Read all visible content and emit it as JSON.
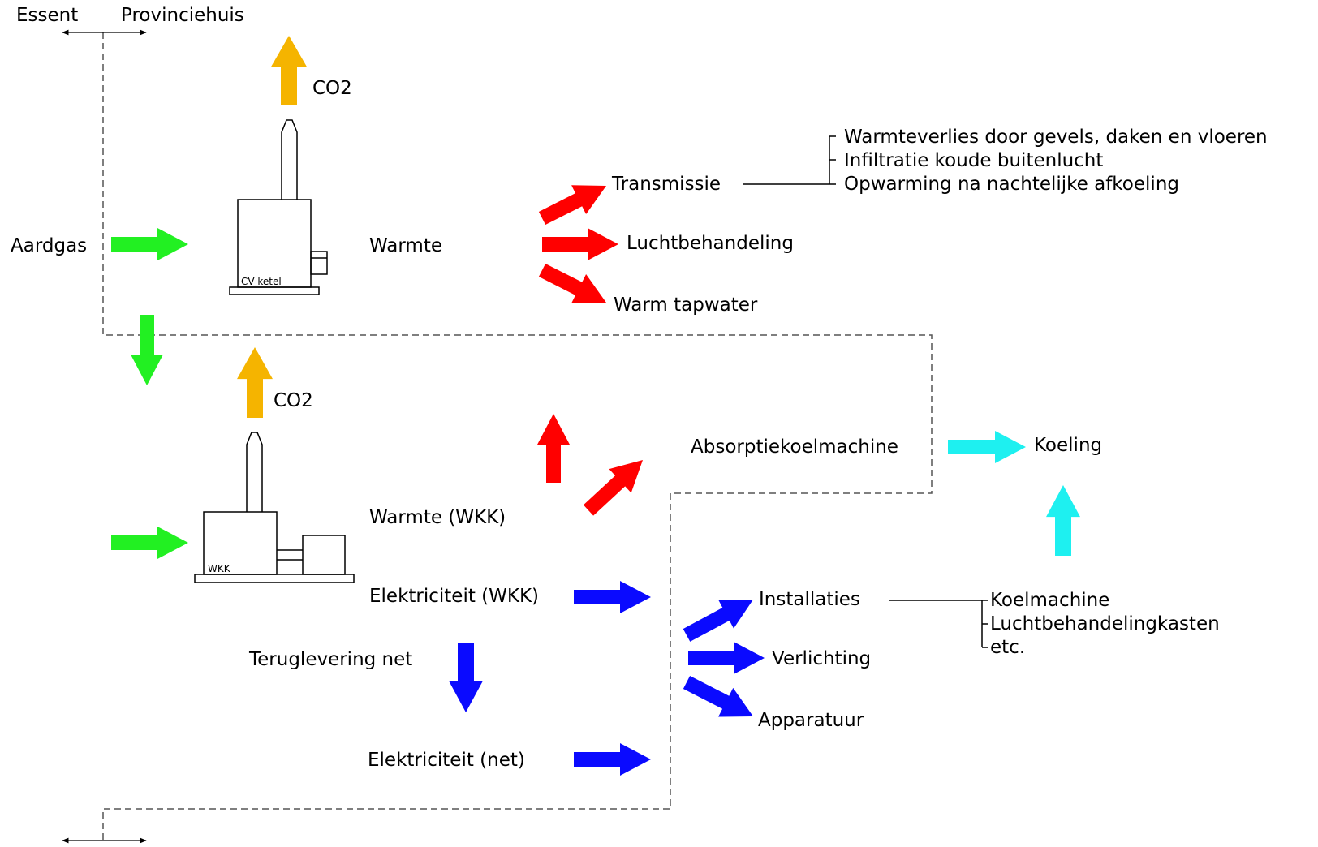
{
  "boundary": {
    "left_label": "Essent",
    "right_label": "Provinciehuis"
  },
  "inputs": {
    "gas_label": "Aardgas"
  },
  "boiler": {
    "label": "CV ketel",
    "emission_label": "CO2",
    "output_label": "Warmte"
  },
  "heat_uses": {
    "transmission": "Transmissie",
    "air_handling": "Luchtbehandeling",
    "hot_tap_water": "Warm tapwater",
    "transmission_details": [
      "Warmteverlies door gevels, daken en vloeren",
      "Infiltratie koude buitenlucht",
      "Opwarming na nachtelijke afkoeling"
    ]
  },
  "chp": {
    "label": "WKK",
    "emission_label": "CO2",
    "heat_label": "Warmte (WKK)",
    "electricity_label": "Elektriciteit (WKK)",
    "feed_in_label": "Teruglevering net",
    "grid_electricity_label": "Elektriciteit (net)"
  },
  "cooling": {
    "absorption_label": "Absorptiekoelmachine",
    "cooling_label": "Koeling"
  },
  "electricity_uses": {
    "installations": "Installaties",
    "lighting": "Verlichting",
    "equipment": "Apparatuur",
    "installation_details": [
      "Koelmachine",
      "Luchtbehandelingkasten",
      "etc."
    ]
  },
  "colors": {
    "gas": "#22f022",
    "co2": "#f5b400",
    "heat": "#ff0000",
    "electricity": "#0a0aff",
    "cooling": "#1ef0f0"
  }
}
